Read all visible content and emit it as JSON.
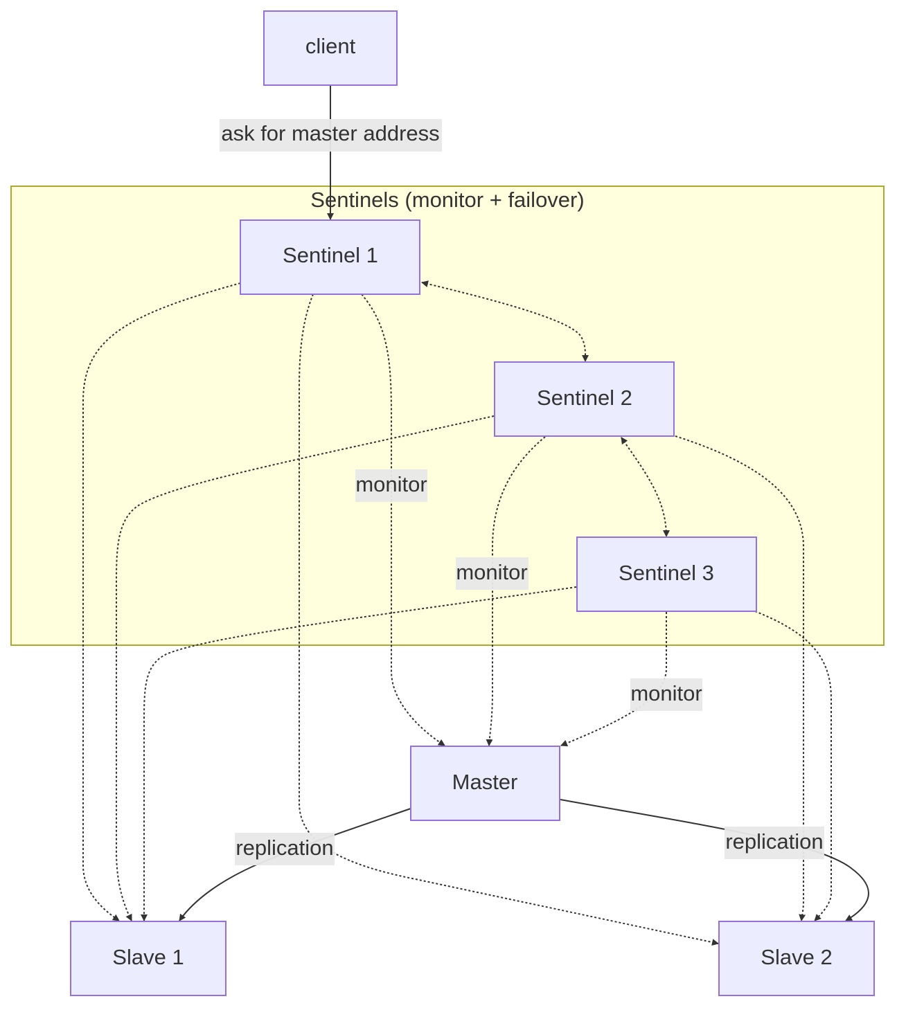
{
  "diagram": {
    "cluster_label": "Sentinels (monitor + failover)",
    "nodes": {
      "client": "client",
      "sentinel1": "Sentinel 1",
      "sentinel2": "Sentinel 2",
      "sentinel3": "Sentinel 3",
      "master": "Master",
      "slave1": "Slave 1",
      "slave2": "Slave 2"
    },
    "edge_labels": {
      "client_to_sentinel1": "ask for master address",
      "sentinel1_monitor": "monitor",
      "sentinel2_monitor": "monitor",
      "sentinel3_monitor": "monitor",
      "replication_slave1": "replication",
      "replication_slave2": "replication"
    },
    "colors": {
      "node_fill": "#ECECFF",
      "node_stroke": "#9370DB",
      "cluster_fill": "#FFFFDE",
      "cluster_stroke": "#AAAA33",
      "edge": "#333333",
      "label_bg": "#E8E8E8",
      "text": "#333333"
    }
  }
}
